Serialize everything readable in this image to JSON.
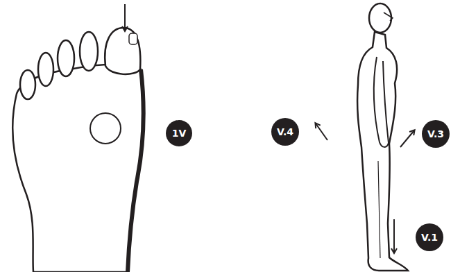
{
  "diagram": {
    "labels": [
      "1V",
      "V.4",
      "V.3",
      "V.1"
    ]
  }
}
